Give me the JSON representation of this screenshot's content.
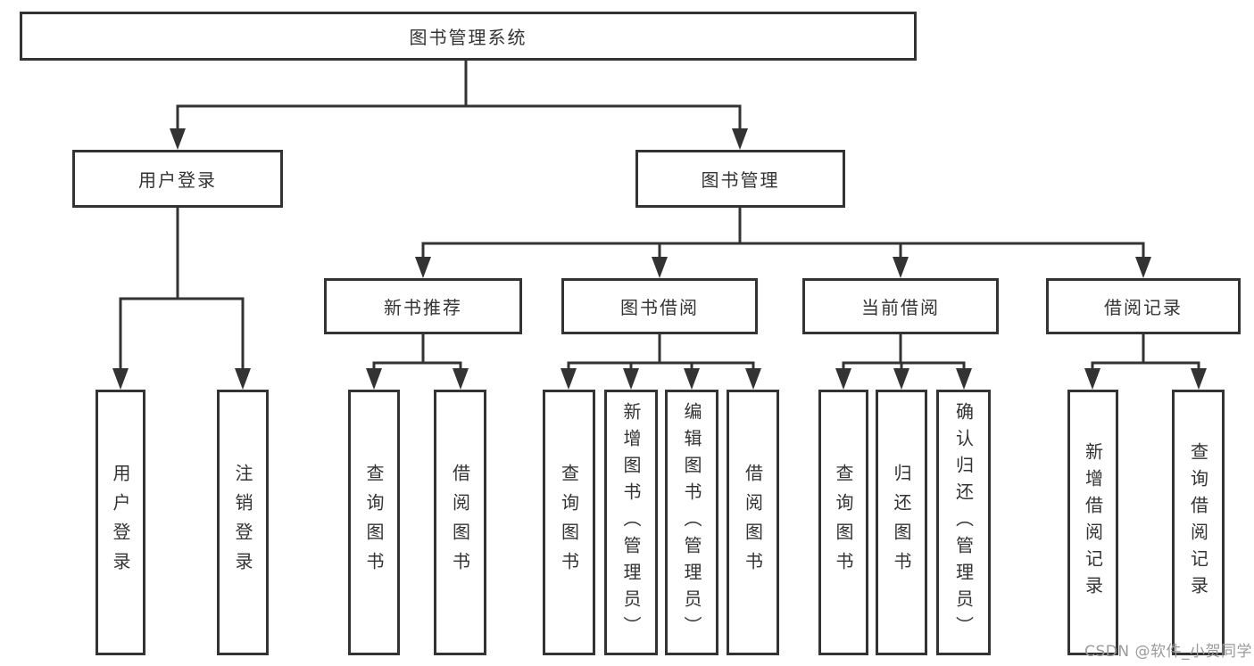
{
  "title": "图书管理系统",
  "tree": {
    "root": {
      "label": "图书管理系统"
    },
    "branches": [
      {
        "label": "用户登录",
        "leaves": [
          {
            "label": "用户登录"
          },
          {
            "label": "注销登录"
          }
        ]
      },
      {
        "label": "图书管理",
        "sections": [
          {
            "label": "新书推荐",
            "leaves": [
              {
                "label": "查询图书"
              },
              {
                "label": "借阅图书"
              }
            ]
          },
          {
            "label": "图书借阅",
            "leaves": [
              {
                "label": "查询图书"
              },
              {
                "label": "新增图书（管理员）"
              },
              {
                "label": "编辑图书（管理员）"
              },
              {
                "label": "借阅图书"
              }
            ]
          },
          {
            "label": "当前借阅",
            "leaves": [
              {
                "label": "查询图书"
              },
              {
                "label": "归还图书"
              },
              {
                "label": "确认归还（管理员）"
              }
            ]
          },
          {
            "label": "借阅记录",
            "leaves": [
              {
                "label": "新增借阅记录"
              },
              {
                "label": "查询借阅记录"
              }
            ]
          }
        ]
      }
    ]
  },
  "watermark": {
    "text": "CSDN @软件_小贺同学"
  },
  "colors": {
    "line": "#333333",
    "box_border": "#333333",
    "box_fill": "#ffffff",
    "text": "#333333",
    "watermark": "#9b9b9b",
    "background": "#ffffff"
  }
}
